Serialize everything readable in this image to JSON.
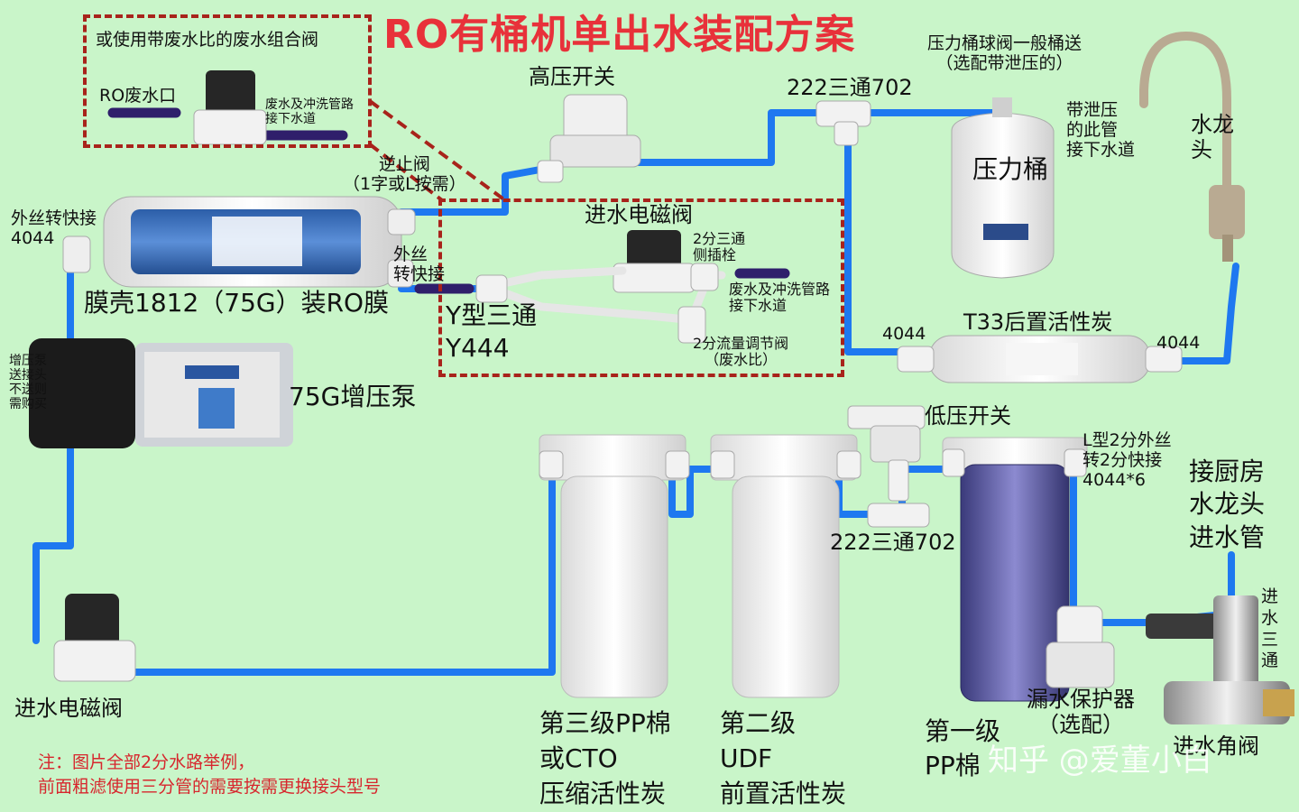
{
  "title": "RO有桶机单出水装配方案",
  "note": {
    "line1": "注：图片全部2分水路举例，",
    "line2": "前面粗滤使用三分管的需要按需更换接头型号"
  },
  "watermark": "知乎 @爱董小白",
  "labels": {
    "waste_combo": "或使用带废水比的废水组合阀",
    "ro_waste_port": "RO废水口",
    "waste_flush_drain_top": "废水及冲洗管路\n接下水道",
    "check_valve": "逆止阀\n（1字或L按需）",
    "high_pressure_switch": "高压开关",
    "tee_222_top": "222三通702",
    "tank_ball_valve": "压力桶球阀一般桶送\n（选配带泄压的）",
    "tank_drain": "带泄压\n的此管\n接下水道",
    "faucet": "水龙\n头",
    "pressure_tank": "压力桶",
    "ext_thread_quick_left": "外丝转快接\n4044",
    "membrane_housing": "膜壳1812（75G）装RO膜",
    "ext_thread_quick_mid": "外丝\n转快接",
    "inlet_solenoid_mid": "进水电磁阀",
    "tee_2fen_side": "2分三通\n侧插栓",
    "waste_flush_drain_mid": "废水及冲洗管路\n接下水道",
    "y_tee": "Y型三通\nY444",
    "flow_regulator": "2分流量调节阀\n（废水比）",
    "fitting_4044_left": "4044",
    "t33_post_carbon": "T33后置活性炭",
    "fitting_4044_right": "4044",
    "booster_fitting": "增压泵\n送接头\n不送则\n需购买",
    "booster_pump": "75G增压泵",
    "low_pressure_switch": "低压开关",
    "l_type_fitting": "L型2分外丝\n转2分快接\n4044*6",
    "kitchen_inlet": "接厨房\n水龙头\n进水管",
    "inlet_tee": "进\n水\n三\n通",
    "tee_222_bottom": "222三通702",
    "leak_protector": "漏水保护器\n（选配）",
    "inlet_solenoid_bottom": "进水电磁阀",
    "stage3": "第三级PP棉\n或CTO\n压缩活性炭",
    "stage2": "第二级\nUDF\n前置活性炭",
    "stage1": "第一级\nPP棉",
    "inlet_angle_valve": "进水角阀"
  },
  "colors": {
    "background": "#c9f5c9",
    "pipe": "#1e78f0",
    "drain_pipe": "#2f1f6b",
    "dash_box": "#a8231b",
    "title": "#e8313a"
  }
}
